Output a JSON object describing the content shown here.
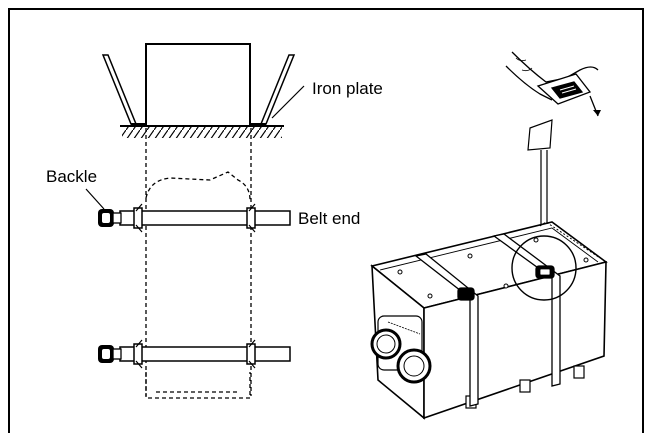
{
  "labels": {
    "iron_plate": "Iron plate",
    "backle": "Backle",
    "belt_end": "Belt end"
  },
  "colors": {
    "line": "#000000",
    "background": "#ffffff"
  }
}
